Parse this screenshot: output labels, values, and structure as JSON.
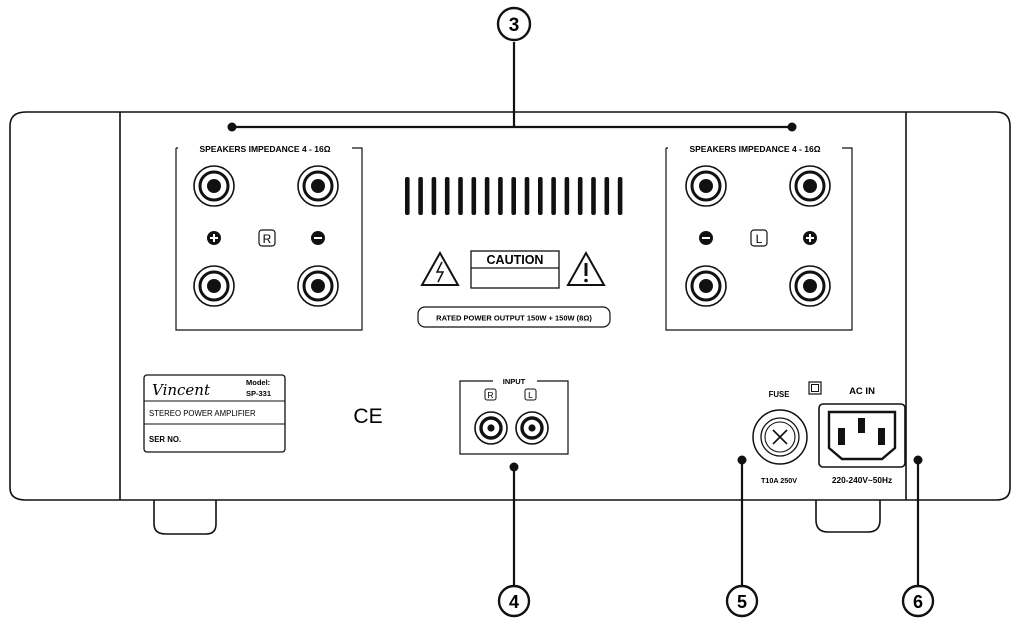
{
  "callouts": {
    "top": "3",
    "input": "4",
    "fuse": "5",
    "ac": "6"
  },
  "speakers": {
    "left_block_title": "SPEAKERS IMPEDANCE 4 - 16Ω",
    "right_block_title": "SPEAKERS IMPEDANCE 4 - 16Ω",
    "right_channel_label": "R",
    "left_channel_label": "L"
  },
  "caution": {
    "label": "CAUTION",
    "rated_power": "RATED POWER OUTPUT 150W + 150W (8Ω)"
  },
  "plate": {
    "brand": "Vincent",
    "model_label": "Model:",
    "model": "SP-331",
    "product": "STEREO POWER AMPLIFIER",
    "serial_label": "SER NO."
  },
  "ce_mark": "CE",
  "input": {
    "label": "INPUT",
    "r": "R",
    "l": "L"
  },
  "fuse": {
    "label": "FUSE",
    "rating": "T10A 250V"
  },
  "ac": {
    "label": "AC IN",
    "rating": "220-240V~50Hz"
  },
  "colors": {
    "line": "#111111",
    "panel": "#ffffff"
  }
}
